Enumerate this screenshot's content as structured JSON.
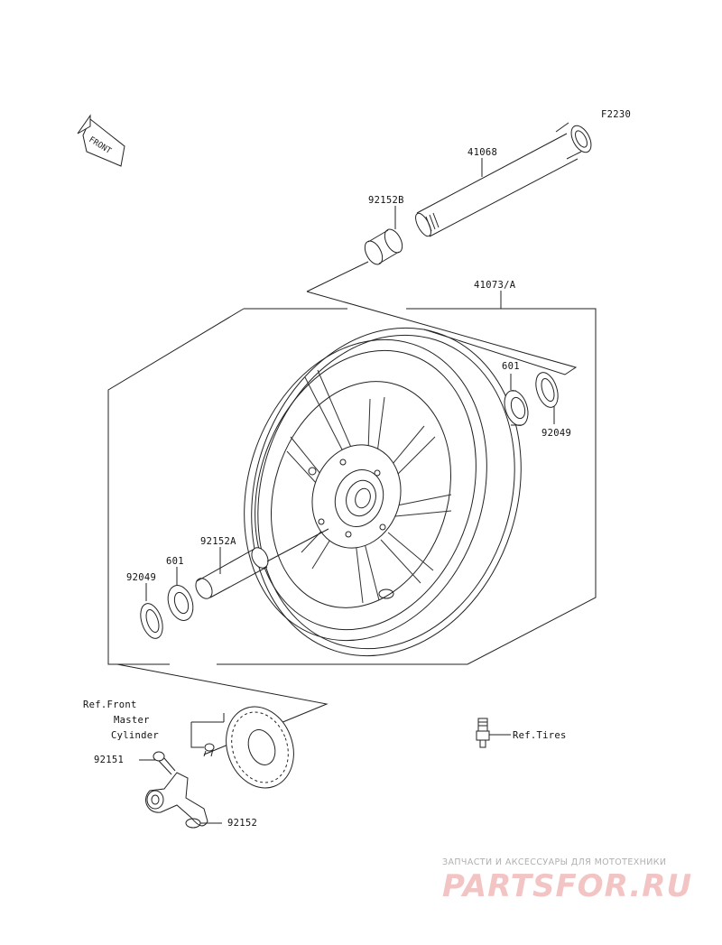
{
  "diagram_code": "F2230",
  "front_marker": "FRONT",
  "labels": {
    "axle": "41068",
    "collar_b": "92152B",
    "wheel": "41073/A",
    "bearing_right": "601",
    "seal_right": "92049",
    "collar_a": "92152A",
    "bearing_left": "601",
    "seal_left": "92049",
    "ref_master_cylinder_line1": "Ref.Front",
    "ref_master_cylinder_line2": "Master",
    "ref_master_cylinder_line3": "Cylinder",
    "bolt": "92151",
    "collar": "92152",
    "ref_tires": "Ref.Tires"
  },
  "watermark": {
    "tagline": "ЗАПЧАСТИ И АКСЕССУАРЫ ДЛЯ МОТОТЕХНИКИ",
    "logo": "PARTSFOR.RU"
  }
}
